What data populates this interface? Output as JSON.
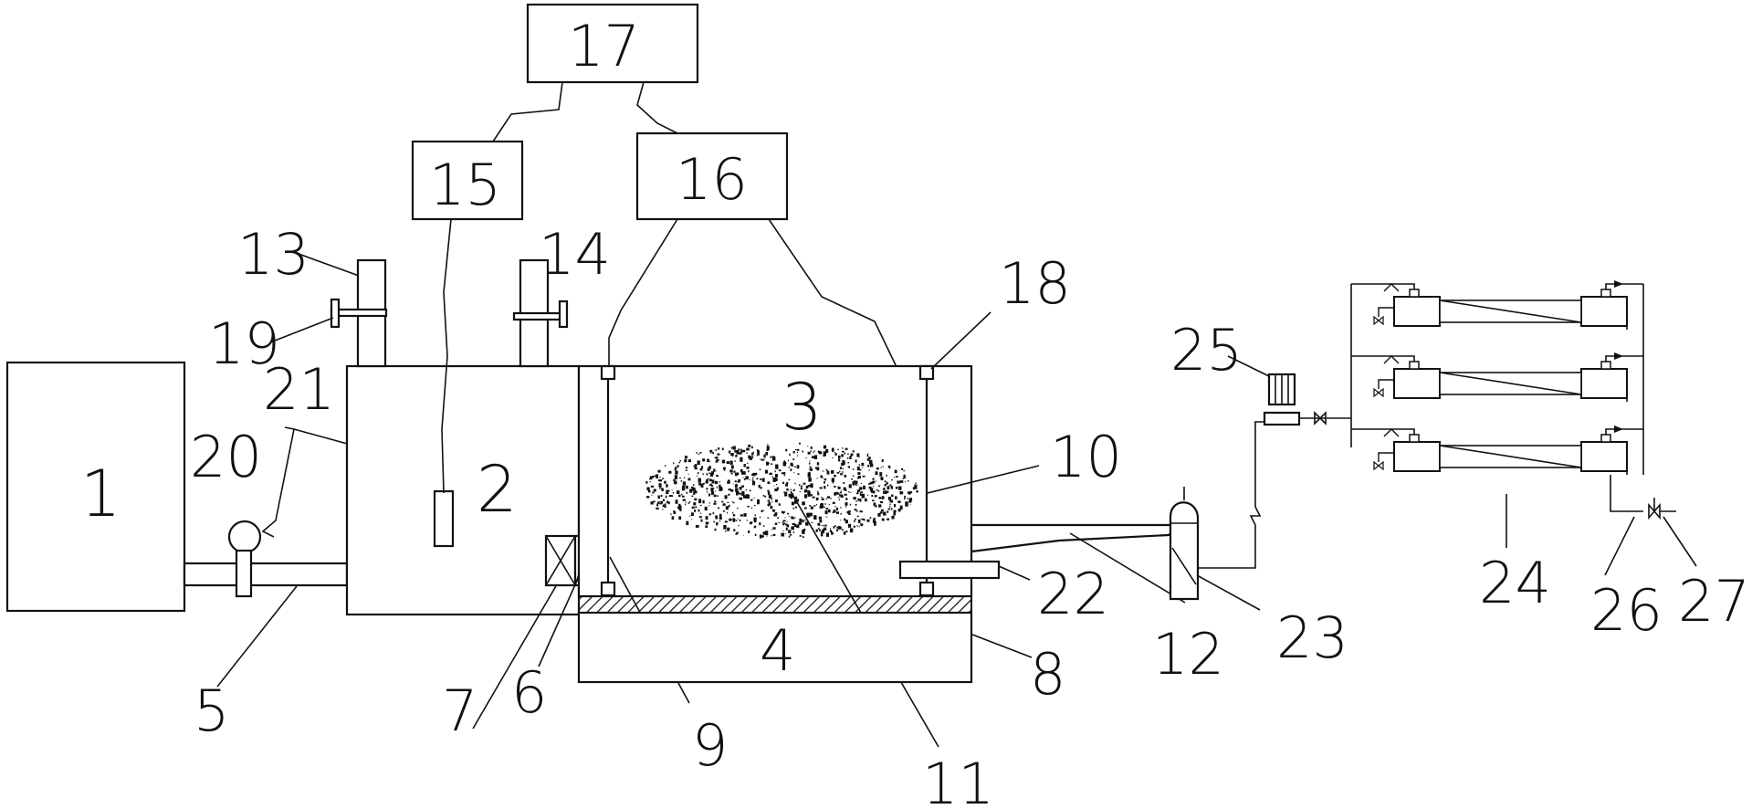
{
  "diagram": {
    "labels": {
      "l1": "1",
      "l2": "2",
      "l3": "3",
      "l4": "4",
      "l5": "5",
      "l6": "6",
      "l7": "7",
      "l8": "8",
      "l9": "9",
      "l10": "10",
      "l11": "11",
      "l12": "12",
      "l13": "13",
      "l14": "14",
      "l15": "15",
      "l16": "16",
      "l17": "17",
      "l18": "18",
      "l19": "19",
      "l20": "20",
      "l21": "21",
      "l22": "22",
      "l23": "23",
      "l24": "24",
      "l25": "25",
      "l26": "26",
      "l27": "27"
    },
    "colors": {
      "line": "#111111",
      "background": "#ffffff",
      "hatch": "#111111"
    }
  }
}
